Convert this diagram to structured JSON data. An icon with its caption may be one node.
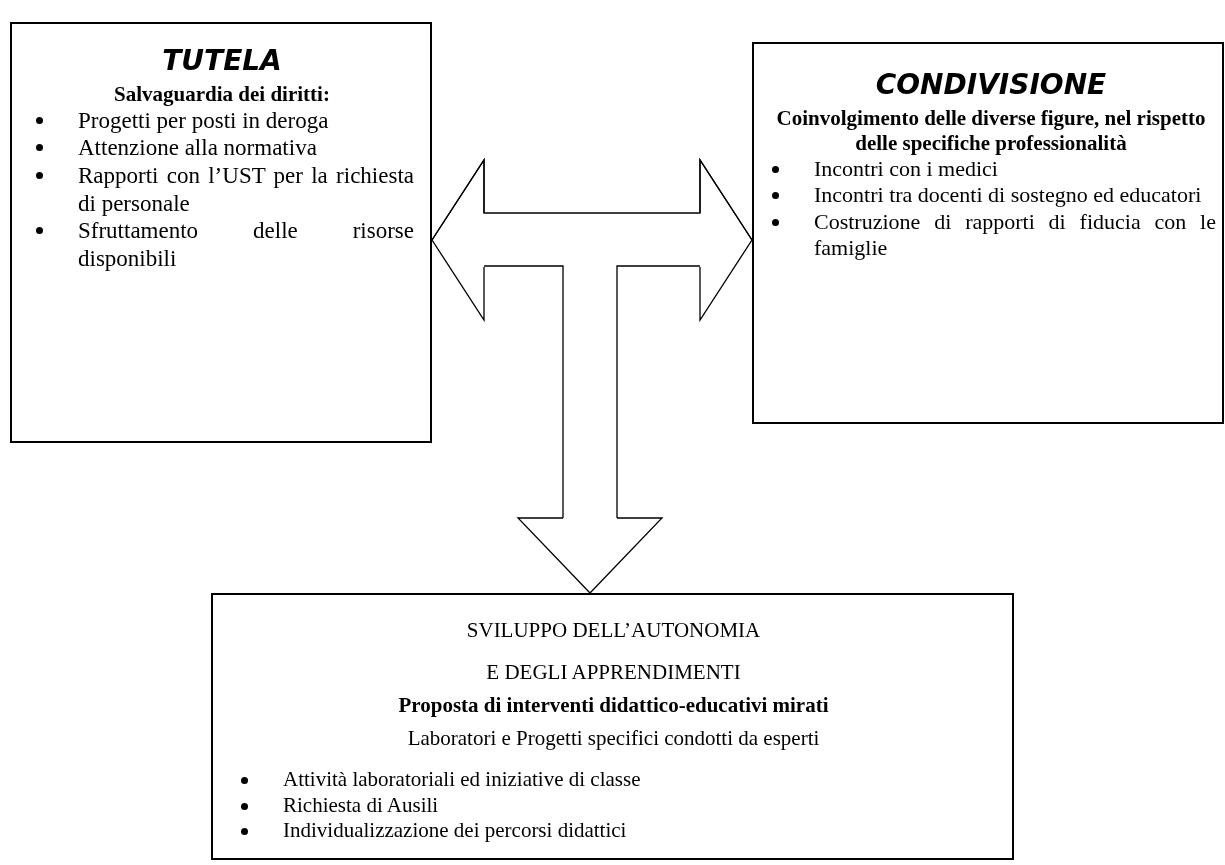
{
  "diagram": {
    "nodes": [
      {
        "text": [
          "TUTELA",
          "Salvaguardia dei diritti:",
          "Progetti per posti in deroga",
          "Attenzione alla normativa",
          "Rapporti con l’UST per la richiesta di personale",
          "Sfruttamento delle risorse disponibili"
        ]
      },
      {
        "text": [
          "CONDIVISIONE",
          "Coinvolgimento delle diverse figure, nel rispetto delle specifiche professionalità",
          "Incontri con i medici",
          "Incontri tra docenti di sostegno ed educatori",
          "Costruzione di rapporti di fiducia con le famiglie"
        ]
      },
      {
        "text": [
          "SVILUPPO DELL’AUTONOMIA E DEGLI APPRENDIMENTI",
          "Proposta di interventi didattico-educativi mirati",
          "Laboratori e Progetti specifici condotti da esperti",
          "Attività laboratoriali ed iniziative di classe",
          "Richiesta di Ausili",
          "Individualizzazione dei percorsi didattici"
        ]
      }
    ],
    "edges": [
      {
        "from": 0,
        "to": 1,
        "arrow": "both"
      },
      {
        "from": null,
        "to": 2,
        "arrow": "to"
      }
    ]
  }
}
